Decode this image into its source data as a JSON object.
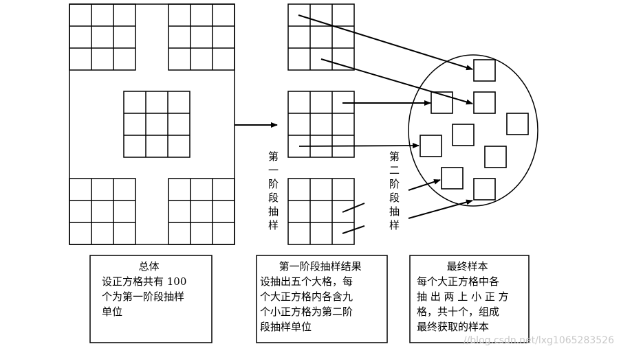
{
  "stage1_label": [
    "第",
    "一",
    "阶",
    "段",
    "抽",
    "样"
  ],
  "stage2_label": [
    "第",
    "二",
    "阶",
    "段",
    "抽",
    "样"
  ],
  "captions": {
    "population": {
      "title": "总体",
      "lines": [
        "设正方格共有 100",
        "个为第一阶段抽样",
        "单位"
      ]
    },
    "stage1_result": {
      "title": "第一阶段抽样结果",
      "lines": [
        "设抽出五个大格，每",
        "个大正方格内各含九",
        "个小正方格为第二阶",
        "段抽样单位"
      ]
    },
    "final_sample": {
      "title": "最终样本",
      "lines": [
        "每个大正方格中各",
        "抽 出 两 上 小 正 方",
        "格，共十个，组成",
        "最终获取的样本"
      ]
    }
  },
  "watermark": "//blog.csdn.net/lxg1065283526",
  "colors": {
    "line": "#000000",
    "background": "#ffffff",
    "watermark": "#c8c8c8"
  }
}
